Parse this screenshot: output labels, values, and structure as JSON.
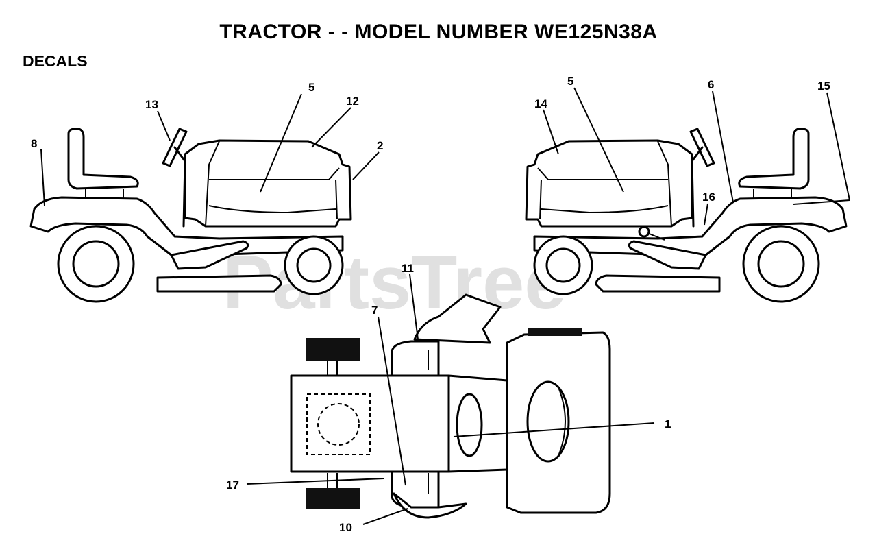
{
  "title": "TRACTOR - - MODEL NUMBER WE125N38A",
  "section": "DECALS",
  "watermark": "PartsTree",
  "callouts": {
    "c1": "1",
    "c2": "2",
    "c5a": "5",
    "c5b": "5",
    "c6": "6",
    "c7": "7",
    "c8": "8",
    "c10": "10",
    "c11": "11",
    "c12": "12",
    "c13": "13",
    "c14": "14",
    "c15": "15",
    "c16": "16",
    "c17": "17"
  }
}
